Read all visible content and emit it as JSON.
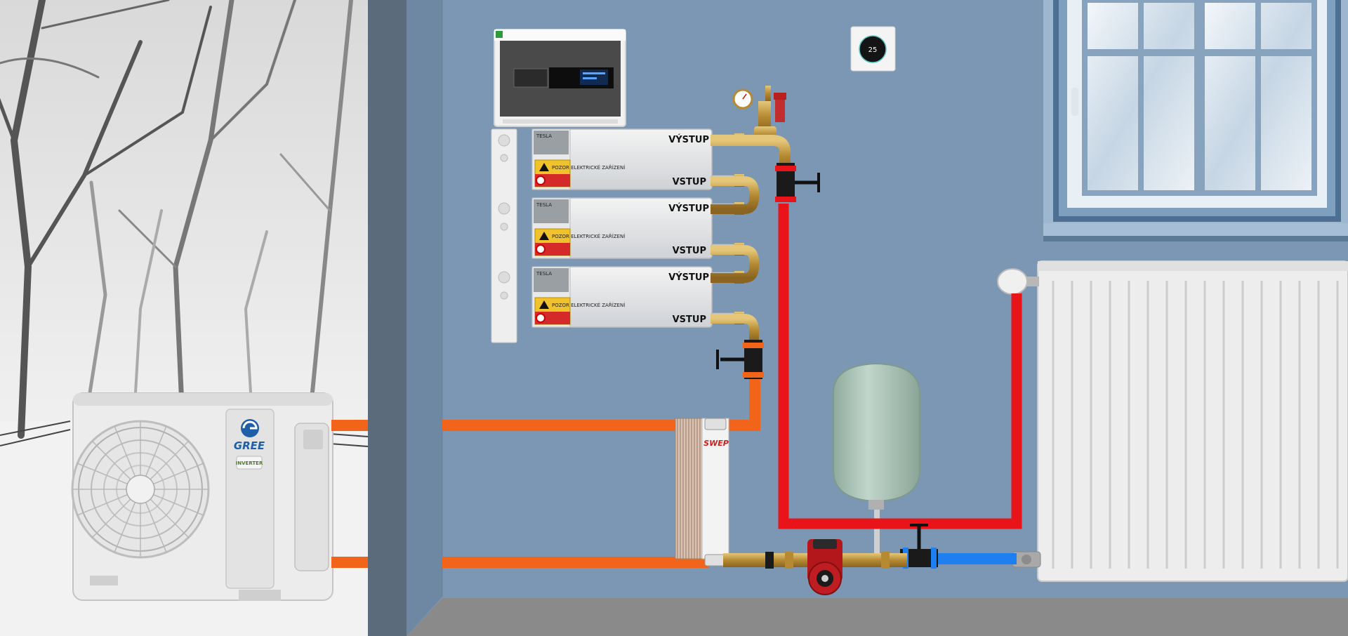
{
  "outdoor_unit": {
    "brand": "GREE",
    "badge": "INVERTER"
  },
  "heaters": [
    {
      "output_label": "VÝSTUP",
      "input_label": "VSTUP",
      "nameplate": "TESLA",
      "warning": "POZOR ELEKTRICKÉ ZAŘÍZENÍ"
    },
    {
      "output_label": "VÝSTUP",
      "input_label": "VSTUP",
      "nameplate": "TESLA",
      "warning": "POZOR ELEKTRICKÉ ZAŘÍZENÍ"
    },
    {
      "output_label": "VÝSTUP",
      "input_label": "VSTUP",
      "nameplate": "TESLA",
      "warning": "POZOR ELEKTRICKÉ ZAŘÍZENÍ"
    }
  ],
  "heat_exchanger": {
    "brand": "SWEP"
  },
  "thermostat": {
    "reading": "25"
  },
  "colors": {
    "wall": "#7b97b4",
    "floor": "#8a8a8a",
    "pipe_primary": "#f26419",
    "pipe_supply": "#e8141a",
    "pipe_return": "#1e7ff0",
    "expansion_tank": "#a7c1b4",
    "pump": "#b3171b",
    "brass": "#c9a14a"
  },
  "icons": [
    "fan-icon",
    "warning-icon",
    "no-entry-icon",
    "valve-handle-icon",
    "gauge-icon"
  ]
}
